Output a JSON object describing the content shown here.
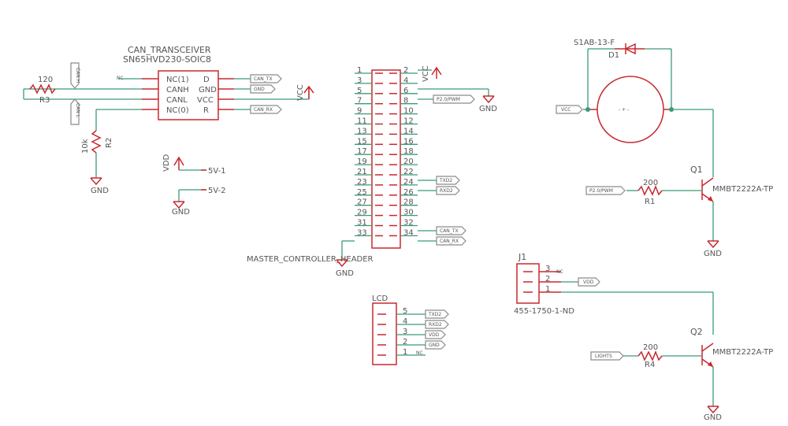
{
  "can_transceiver": {
    "name": "CAN_TRANSCEIVER",
    "value": "SN65HVD230-SOIC8",
    "pins_left": [
      "NC(1)",
      "CANH",
      "CANL",
      "NC(0)"
    ],
    "pins_right": [
      "D",
      "GND",
      "VCC",
      "R"
    ],
    "net_labels": [
      "CAN_TX",
      "GND",
      "CAN_RX"
    ]
  },
  "r3": {
    "name": "R3",
    "value": "120"
  },
  "r2": {
    "name": "R2",
    "value": "10k"
  },
  "canh_label": "CAN H",
  "canl_label": "CAN L",
  "vcc_sym": "VCC",
  "vdd_sym": "VDD",
  "gnd_sym": "GND",
  "nc_mark": "NC",
  "v5_1": "5V-1",
  "v5_2": "5V-2",
  "header": {
    "name": "MASTER_CONTROLLER_HEADER",
    "odd_pins": [
      "1",
      "3",
      "5",
      "7",
      "9",
      "11",
      "13",
      "15",
      "17",
      "19",
      "21",
      "23",
      "25",
      "27",
      "29",
      "31",
      "33"
    ],
    "even_pins": [
      "2",
      "4",
      "6",
      "8",
      "10",
      "12",
      "14",
      "16",
      "18",
      "20",
      "22",
      "24",
      "26",
      "28",
      "30",
      "32",
      "34"
    ],
    "net_labels": [
      "P2.0/PWM",
      "TXD2",
      "RXD2",
      "CAN_TX",
      "CAN_RX"
    ]
  },
  "lcd": {
    "name": "LCD",
    "pins": [
      "5",
      "4",
      "3",
      "2",
      "1"
    ],
    "net_labels": [
      "TXD2",
      "RXD2",
      "VDD",
      "GND"
    ]
  },
  "d1": {
    "name": "D1",
    "value": "S1AB-13-F"
  },
  "vcc_flag": "VCC",
  "motor_symbol": "- + -",
  "q1": {
    "name": "Q1",
    "value": "MMBT2222A-TP"
  },
  "r1": {
    "name": "R1",
    "value": "200"
  },
  "q1_input": "P2.0/PWM",
  "j1": {
    "name": "J1",
    "value": "455-1750-1-ND",
    "pins": [
      "3",
      "2",
      "1"
    ],
    "net": "VDD"
  },
  "q2": {
    "name": "Q2",
    "value": "MMBT2222A-TP"
  },
  "r4": {
    "name": "R4",
    "value": "200"
  },
  "q2_input": "LIGHTS"
}
